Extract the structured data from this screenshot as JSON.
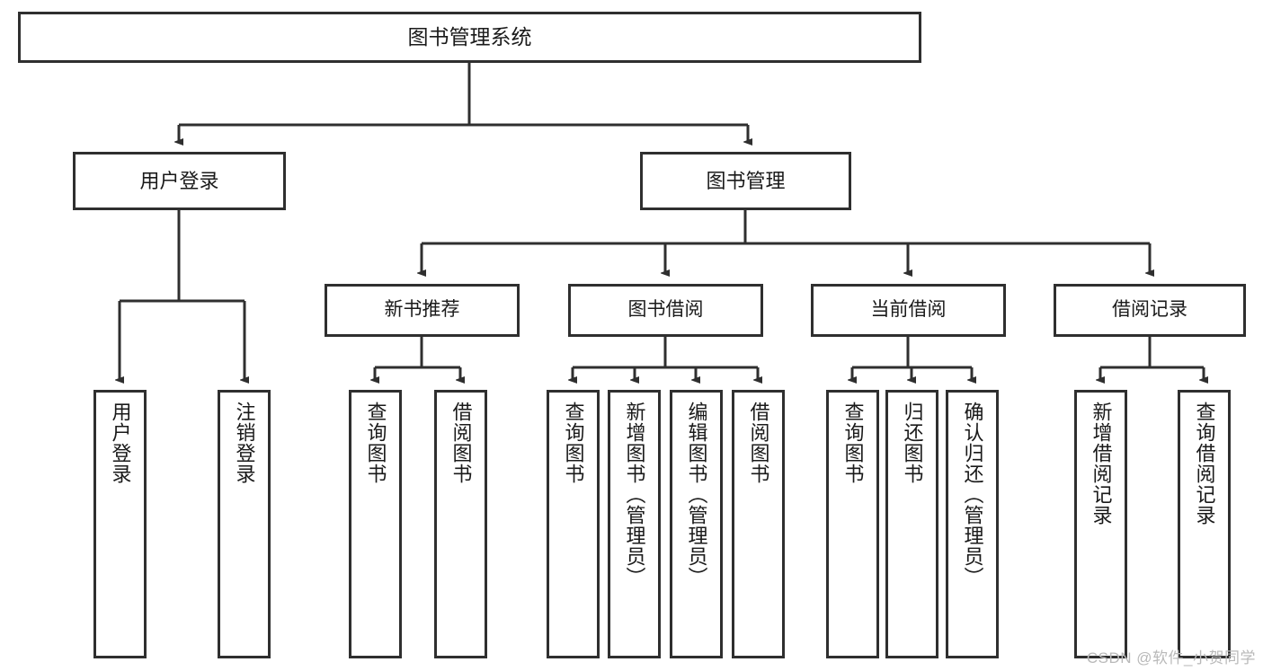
{
  "diagram": {
    "title": "图书管理系统",
    "type": "tree",
    "watermark": "CSDN @软件_小贺同学",
    "colors": {
      "stroke": "#2f2f2f",
      "fill": "#ffffff",
      "text": "#1a1a1a",
      "watermark": "#b9b9b9"
    },
    "nodes": {
      "root": {
        "label": "图书管理系统"
      },
      "level1": [
        {
          "label": "用户登录"
        },
        {
          "label": "图书管理"
        }
      ],
      "level2": [
        {
          "label": "新书推荐"
        },
        {
          "label": "图书借阅"
        },
        {
          "label": "当前借阅"
        },
        {
          "label": "借阅记录"
        }
      ],
      "leaves": {
        "user_login": [
          {
            "label": "用户登录"
          },
          {
            "label": "注销登录"
          }
        ],
        "new_book": [
          {
            "label": "查询图书"
          },
          {
            "label": "借阅图书"
          }
        ],
        "book_borrow": [
          {
            "label": "查询图书"
          },
          {
            "label": "新增图书（管理员）"
          },
          {
            "label": "编辑图书（管理员）"
          },
          {
            "label": "借阅图书"
          }
        ],
        "current_borrow": [
          {
            "label": "查询图书"
          },
          {
            "label": "归还图书"
          },
          {
            "label": "确认归还（管理员）"
          }
        ],
        "borrow_record": [
          {
            "label": "新增借阅记录"
          },
          {
            "label": "查询借阅记录"
          }
        ]
      }
    }
  }
}
